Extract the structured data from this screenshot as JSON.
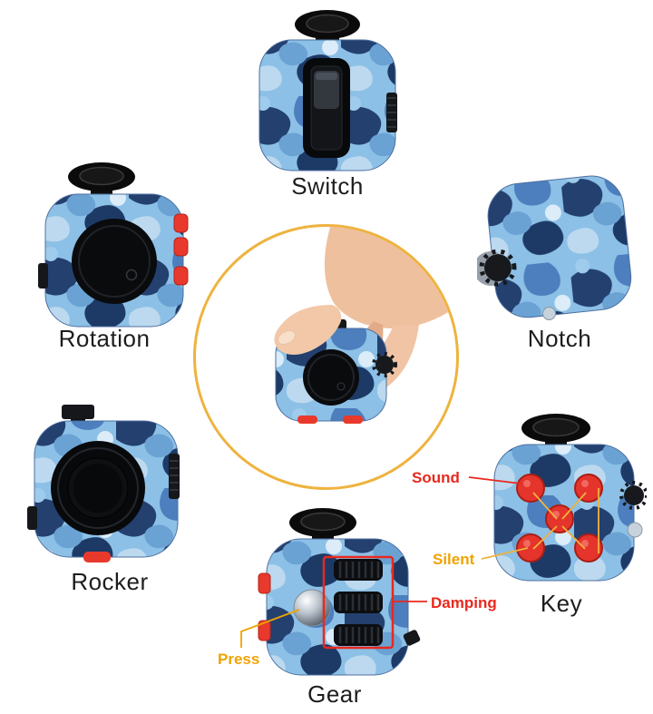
{
  "product": "fidget cube feature diagram",
  "labels": {
    "switch": "Switch",
    "rotation": "Rotation",
    "notch": "Notch",
    "rocker": "Rocker",
    "key": "Key",
    "gear": "Gear"
  },
  "annotations": {
    "sound": "Sound",
    "silent": "Silent",
    "damping": "Damping",
    "press": "Press"
  },
  "colors": {
    "annotation_red": "#e8291f",
    "annotation_gold": "#f0a300",
    "annotation_line_yellow": "#f0b23e",
    "circle_border": "#eeb33f",
    "camo_base": "#8cc0e6",
    "camo_dark_navy": "#24406f",
    "camo_mid_blue": "#4d7fbe",
    "button_red": "#e8392c",
    "label_text": "#1d1d1d"
  }
}
